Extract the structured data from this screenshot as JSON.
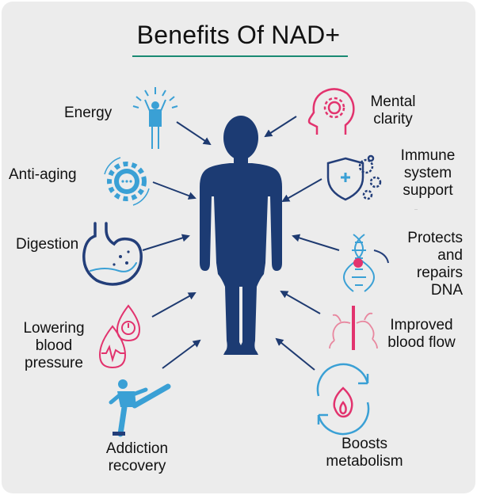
{
  "title": "Benefits Of NAD+",
  "benefits": {
    "energy": "Energy",
    "anti_aging": "Anti-aging",
    "digestion": "Digestion",
    "lowering_bp": [
      "Lowering",
      "blood",
      "pressure"
    ],
    "addiction": [
      "Addiction",
      "recovery"
    ],
    "mental": [
      "Mental",
      "clarity"
    ],
    "immune": [
      "Immune",
      "system",
      "support"
    ],
    "dna": [
      "Protects",
      "and",
      "repairs",
      "DNA"
    ],
    "blood_flow": [
      "Improved",
      "blood flow"
    ],
    "metabolism": [
      "Boosts",
      "metabolism"
    ]
  },
  "colors": {
    "body": "#1c3b73",
    "arrow": "#1e3a70",
    "icon_blue": "#3aa0d5",
    "icon_pink": "#e2336e",
    "icon_navy": "#233e79",
    "rule": "#1a8a72",
    "background": "#ececec"
  },
  "icons": [
    "energy-person-icon",
    "gear-cycle-icon",
    "stomach-icon",
    "blood-drop-gauge-icon",
    "martial-arts-kick-icon",
    "head-gear-icon",
    "shield-virus-icon",
    "dna-helix-icon",
    "blood-vessels-icon",
    "flame-cycle-icon",
    "human-body-silhouette"
  ]
}
